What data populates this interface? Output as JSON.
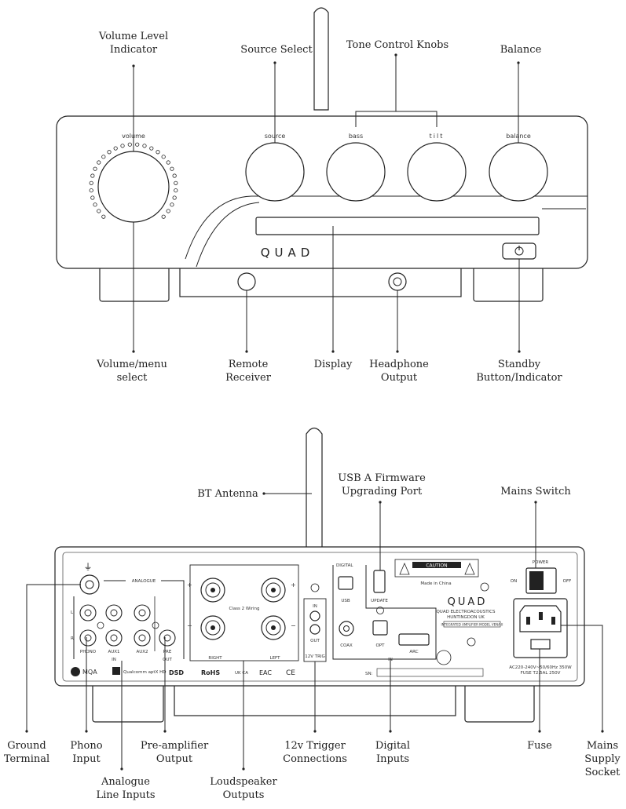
{
  "front": {
    "knob_labels": {
      "volume": "volume",
      "source": "source",
      "bass": "bass",
      "tilt": "tilt",
      "balance": "balance"
    },
    "brand": "QUAD",
    "callouts": {
      "volume_level": [
        "Volume Level",
        "Indicator"
      ],
      "source_select": [
        "Source Select"
      ],
      "tone_control": [
        "Tone Control Knobs"
      ],
      "balance": [
        "Balance"
      ],
      "volume_menu": [
        "Volume/menu",
        "select"
      ],
      "remote": [
        "Remote",
        "Receiver"
      ],
      "display": [
        "Display"
      ],
      "headphone": [
        "Headphone",
        "Output"
      ],
      "standby": [
        "Standby",
        "Button/Indicator"
      ]
    }
  },
  "rear": {
    "labels": {
      "analogue": "ANALOGUE",
      "digital": "DIGITAL",
      "in": "IN",
      "out": "OUT",
      "phono": "PHONO",
      "aux1": "AUX1",
      "aux2": "AUX2",
      "pre": "PRE",
      "class2": "Class 2 Wiring",
      "right": "RIGHT",
      "left": "LEFT",
      "trig_in": "IN",
      "trig_out": "OUT",
      "trig": "12V TRIG",
      "usb": "USB",
      "update": "UPDATE",
      "coax": "COAX",
      "opt": "OPT",
      "arc": "ARC",
      "power": "POWER",
      "on": "ON",
      "off": "OFF",
      "caution": "CAUTION",
      "made_in": "Made in China",
      "brand": "QUAD",
      "company": "QUAD ELECTROACOUSTICS",
      "town": "HUNTINGDON UK",
      "model": "INTEGRATED AMPLIFIER MODEL VENA II",
      "mains": "AC220-240V~50/60Hz  350W",
      "fuse": "FUSE T2.5AL 250V",
      "sn": "SN:",
      "logo_mqa": "MQA",
      "logo_aptx": "Qualcomm aptX HD",
      "logo_dsd": "DSD",
      "logo_rohs": "RoHS",
      "logo_ukca": "UK CA",
      "logo_eac": "EAC",
      "logo_ce": "CE",
      "l": "L",
      "r": "R",
      "plus": "+",
      "minus": "−"
    },
    "callouts": {
      "bt_antenna": [
        "BT Antenna"
      ],
      "usb_port": [
        "USB A Firmware",
        "Upgrading Port"
      ],
      "mains_switch": [
        "Mains Switch"
      ],
      "ground": [
        "Ground",
        "Terminal"
      ],
      "phono_input": [
        "Phono",
        "Input"
      ],
      "line_inputs": [
        "Analogue",
        "Line Inputs"
      ],
      "preamp": [
        "Pre-amplifier",
        "Output"
      ],
      "speaker": [
        "Loudspeaker",
        "Outputs"
      ],
      "trigger": [
        "12v Trigger",
        "Connections"
      ],
      "digital": [
        "Digital",
        "Inputs"
      ],
      "fuse": [
        "Fuse"
      ],
      "mains_socket": [
        "Mains",
        "Supply",
        "Socket"
      ]
    }
  }
}
